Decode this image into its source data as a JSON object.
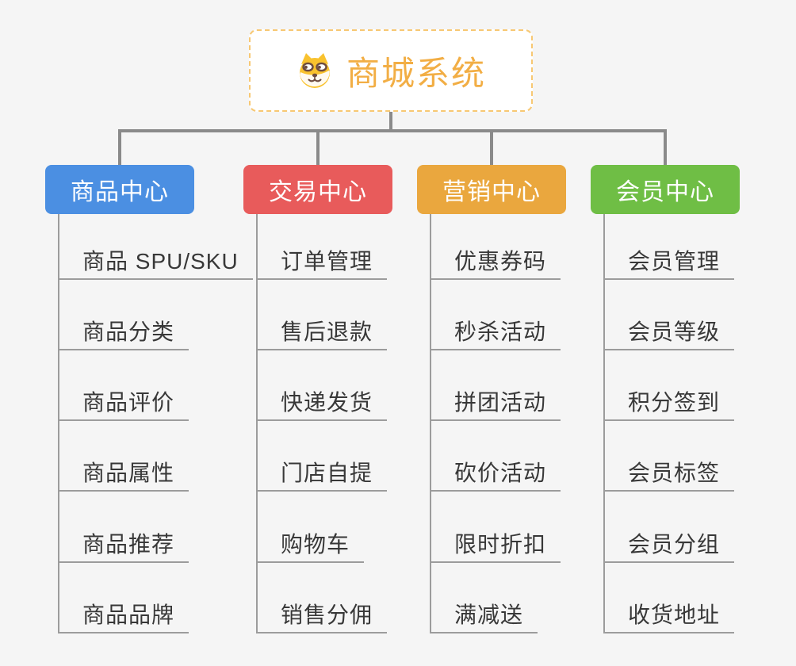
{
  "root": {
    "title": "商城系统",
    "icon": "dog-face-icon",
    "accent_color": "#f2ae45",
    "border_color": "#f7c873"
  },
  "connector_color": "#8a8a8a",
  "line_color": "#9c9c9c",
  "branches": [
    {
      "key": "product-center",
      "label": "商品中心",
      "color": "#4b8fe2",
      "children": [
        "商品 SPU/SKU",
        "商品分类",
        "商品评价",
        "商品属性",
        "商品推荐",
        "商品品牌"
      ]
    },
    {
      "key": "trade-center",
      "label": "交易中心",
      "color": "#e85b5b",
      "children": [
        "订单管理",
        "售后退款",
        "快递发货",
        "门店自提",
        "购物车",
        "销售分佣"
      ]
    },
    {
      "key": "marketing-center",
      "label": "营销中心",
      "color": "#eaa73e",
      "children": [
        "优惠券码",
        "秒杀活动",
        "拼团活动",
        "砍价活动",
        "限时折扣",
        "满减送"
      ]
    },
    {
      "key": "member-center",
      "label": "会员中心",
      "color": "#6fbe45",
      "children": [
        "会员管理",
        "会员等级",
        "积分签到",
        "会员标签",
        "会员分组",
        "收货地址"
      ]
    }
  ]
}
